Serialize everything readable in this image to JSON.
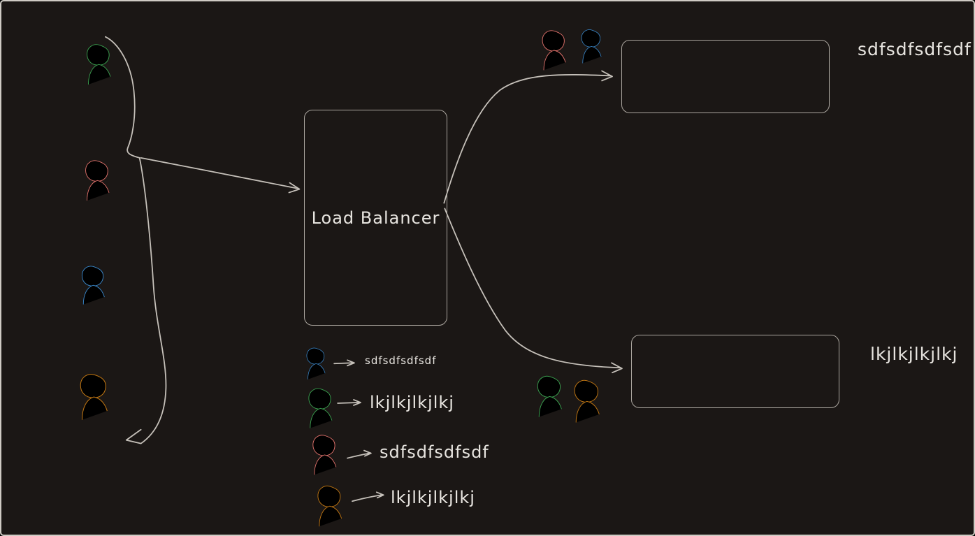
{
  "canvas": {
    "background": "#1b1715",
    "border_color": "#cfcbc4"
  },
  "colors": {
    "stroke": "#c6c1ba",
    "box_stroke": "#aba69f",
    "text": "#e8e5e0",
    "green": "#3aa04f",
    "red": "#e0716b",
    "blue": "#3b8cd2",
    "orange": "#bd7412"
  },
  "nodes": {
    "load_balancer": {
      "label": "Load Balancer"
    },
    "server_top": {
      "label": "sdfsdfsdfsdf"
    },
    "server_bottom": {
      "label": "lkjlkjlkjlkj"
    }
  },
  "clients": {
    "left_column": [
      "green",
      "red",
      "blue",
      "orange"
    ],
    "at_server_top": [
      "red",
      "blue"
    ],
    "at_server_bottom": [
      "green",
      "orange"
    ]
  },
  "legend": {
    "items": [
      {
        "icon": "user-icon",
        "color": "blue",
        "label": "sdfsdfsdfsdf"
      },
      {
        "icon": "user-icon",
        "color": "green",
        "label": "lkjlkjlkjlkj"
      },
      {
        "icon": "user-icon",
        "color": "red",
        "label": "sdfsdfsdfsdf"
      },
      {
        "icon": "user-icon",
        "color": "orange",
        "label": "lkjlkjlkjlkj"
      }
    ]
  }
}
